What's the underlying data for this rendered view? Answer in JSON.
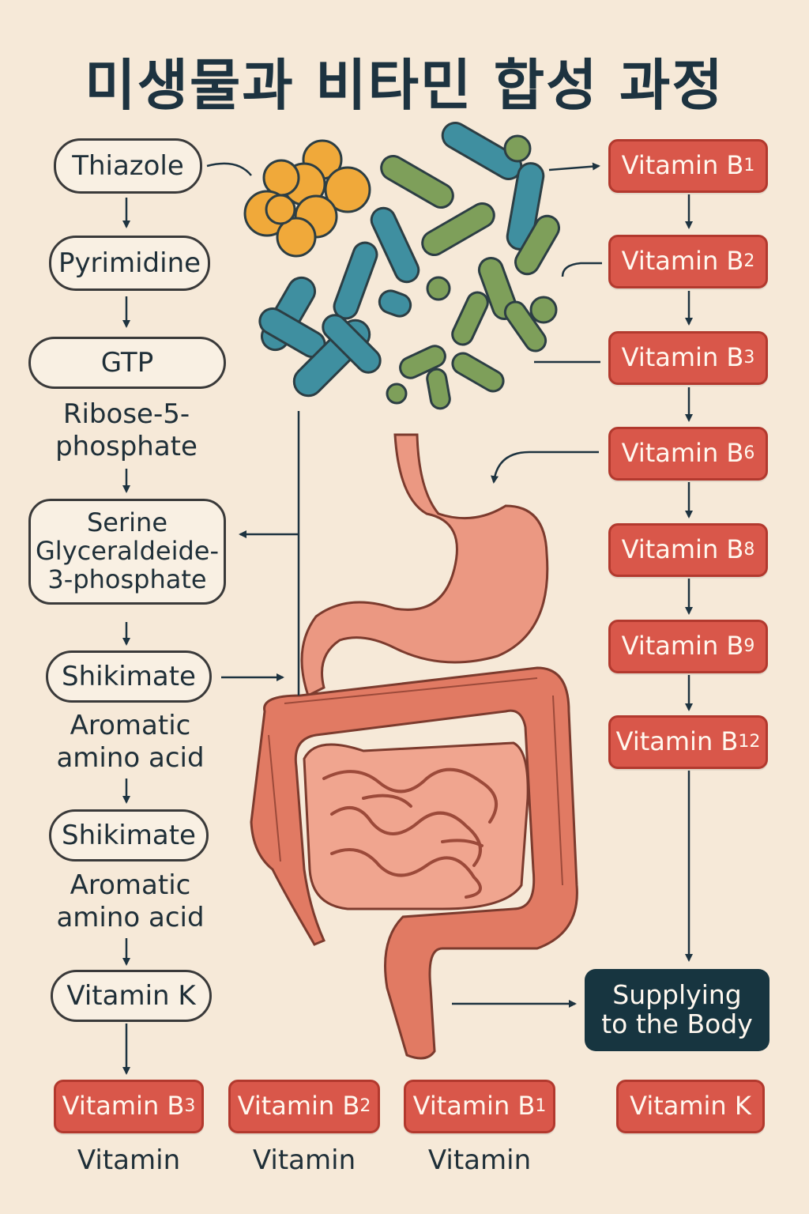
{
  "title": "미생물과 비타민 합성 과정",
  "left_column": {
    "thiazole": "Thiazole",
    "pyrimidine": "Pyrimidine",
    "gtp": "GTP",
    "ribose_line1": "Ribose-5-",
    "ribose_line2": "phosphate",
    "serine_line1": "Serine",
    "serine_line2": "Glyceraldeide-",
    "serine_line3": "3-phosphate",
    "shikimate_1": "Shikimate",
    "aromatic_1_line1": "Aromatic",
    "aromatic_1_line2": "amino acid",
    "shikimate_2": "Shikimate",
    "aromatic_2_line1": "Aromatic",
    "aromatic_2_line2": "amino acid",
    "vitamin_k": "Vitamin K"
  },
  "right_column": {
    "prefix": "Vitamin B",
    "b1": "1",
    "b2": "2",
    "b3": "3",
    "b6": "6",
    "b8": "8",
    "b9": "9",
    "b12": "12"
  },
  "supply": {
    "line1": "Supplying",
    "line2": "to the Body"
  },
  "bottom_row": {
    "prefix": "Vitamin B",
    "b3": "3",
    "b2": "2",
    "b1": "1",
    "vitamin_k": "Vitamin K",
    "caption": "Vitamin"
  },
  "colors": {
    "background": "#f6e9d8",
    "vitamin_box": "#d9574a",
    "dark_box": "#173540",
    "gut": "#e98f78",
    "bacteria_orange": "#f0a93a",
    "bacteria_teal": "#3f8fa0",
    "bacteria_green": "#7e9f5a"
  }
}
